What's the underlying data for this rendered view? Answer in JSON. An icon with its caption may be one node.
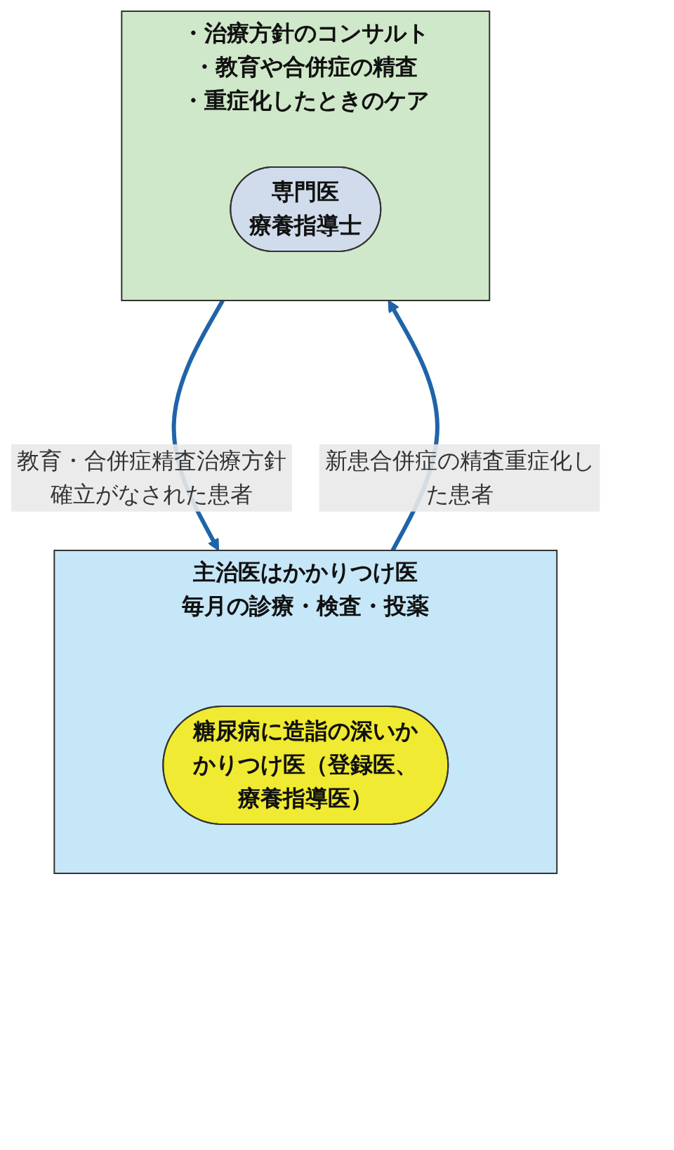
{
  "diagram": {
    "nodes": [
      {
        "text": [
          "主治医はかかりつけ医",
          "毎月の診療・検査・投薬"
        ]
      },
      {
        "text": [
          "糖尿病に造詣の深いかかりつけ医（登録医、療養指導医）"
        ],
        "in": 0
      },
      {
        "text": [
          "・治療方針のコンサルト",
          "・教育や合併症の精査",
          "・重症化したときのケア"
        ]
      },
      {
        "text": [
          "専門医",
          "療養指導士"
        ],
        "in": 2
      }
    ],
    "edges": [
      {
        "from": 0,
        "to": 2,
        "arrow": "to",
        "label": "新患合併症の精査重症化した患者"
      },
      {
        "from": 2,
        "to": 0,
        "arrow": "to",
        "label": "教育・合併症精査治療方針確立がなされた患者"
      }
    ]
  }
}
